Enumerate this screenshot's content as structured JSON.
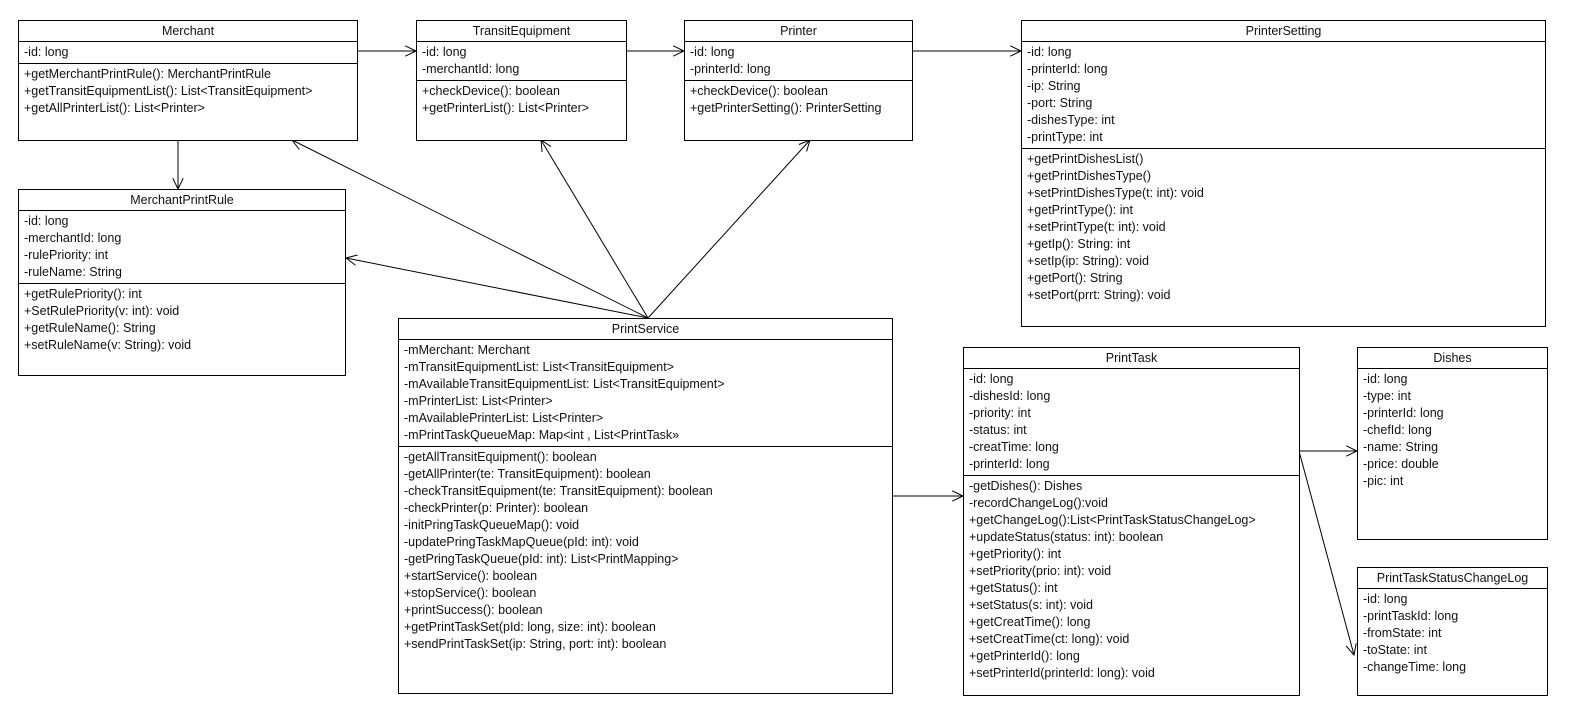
{
  "classes": [
    {
      "id": "merchant",
      "name": "Merchant",
      "attributes": [
        "-id: long"
      ],
      "methods": [
        "+getMerchantPrintRule(): MerchantPrintRule",
        "+getTransitEquipmentList(): List<TransitEquipment>",
        "+getAllPrinterList(): List<Printer>"
      ]
    },
    {
      "id": "transit-equipment",
      "name": "TransitEquipment",
      "attributes": [
        "-id: long",
        "-merchantId: long"
      ],
      "methods": [
        "+checkDevice(): boolean",
        "+getPrinterList(): List<Printer>"
      ]
    },
    {
      "id": "printer",
      "name": "Printer",
      "attributes": [
        "-id: long",
        "-printerId: long"
      ],
      "methods": [
        "+checkDevice(): boolean",
        "+getPrinterSetting(): PrinterSetting"
      ]
    },
    {
      "id": "printer-setting",
      "name": "PrinterSetting",
      "attributes": [
        "-id: long",
        "-printerId: long",
        "-ip: String",
        "-port: String",
        "-dishesType: int",
        "-printType: int"
      ],
      "methods": [
        "+getPrintDishesList()",
        "+getPrintDishesType()",
        "+setPrintDishesType(t: int): void",
        "+getPrintType(): int",
        "+setPrintType(t: int): void",
        "+getIp(): String: int",
        "+setIp(ip: String): void",
        "+getPort(): String",
        "+setPort(prrt: String): void"
      ]
    },
    {
      "id": "merchant-print-rule",
      "name": "MerchantPrintRule",
      "attributes": [
        "-id: long",
        "-merchantId: long",
        "-rulePriority: int",
        "-ruleName: String"
      ],
      "methods": [
        "+getRulePriority(): int",
        "+SetRulePriority(v: int): void",
        "+getRuleName(): String",
        "+setRuleName(v: String): void"
      ]
    },
    {
      "id": "print-service",
      "name": "PrintService",
      "attributes": [
        "-mMerchant: Merchant",
        "-mTransitEquipmentList: List<TransitEquipment>",
        "-mAvailableTransitEquipmentList: List<TransitEquipment>",
        "-mPrinterList: List<Printer>",
        "-mAvailablePrinterList: List<Printer>",
        "-mPrintTaskQueueMap: Map<int , List<PrintTask»"
      ],
      "methods": [
        "-getAllTransitEquipment(): boolean",
        "-getAllPrinter(te: TransitEquipment): boolean",
        "-checkTransitEquipment(te: TransitEquipment): boolean",
        "-checkPrinter(p: Printer): boolean",
        "-initPringTaskQueueMap(): void",
        "-updatePringTaskMapQueue(pId: int): void",
        "-getPringTaskQueue(pId: int): List<PrintMapping>",
        "+startService(): boolean",
        "+stopService(): boolean",
        "+printSuccess(): boolean",
        "+getPrintTaskSet(pId: long, size: int): boolean",
        "+sendPrintTaskSet(ip: String, port: int): boolean"
      ]
    },
    {
      "id": "print-task",
      "name": "PrintTask",
      "attributes": [
        "-id: long",
        "-dishesId: long",
        "-priority: int",
        "-status: int",
        "-creatTime: long",
        "-printerId: long"
      ],
      "methods": [
        "-getDishes(): Dishes",
        "-recordChangeLog():void",
        "+getChangeLog():List<PrintTaskStatusChangeLog>",
        "+updateStatus(status: int): boolean",
        "+getPriority(): int",
        "+setPriority(prio: int): void",
        "+getStatus(): int",
        "+setStatus(s: int): void",
        "+getCreatTime(): long",
        "+setCreatTime(ct: long): void",
        "+getPrinterId(): long",
        "+setPrinterId(printerId: long): void"
      ]
    },
    {
      "id": "dishes",
      "name": "Dishes",
      "attributes": [
        "-id: long",
        "-type: int",
        "-printerId: long",
        "-chefId: long",
        "-name: String",
        "-price: double",
        "-pic: int"
      ],
      "methods": []
    },
    {
      "id": "print-task-status-change-log",
      "name": "PrintTaskStatusChangeLog",
      "attributes": [
        "-id: long",
        "-printTaskId: long",
        "-fromState: int",
        "-toState: int",
        "-changeTime: long"
      ],
      "methods": []
    }
  ],
  "associations": [
    {
      "from": "merchant",
      "to": "transit-equipment"
    },
    {
      "from": "transit-equipment",
      "to": "printer"
    },
    {
      "from": "printer",
      "to": "printer-setting"
    },
    {
      "from": "merchant",
      "to": "merchant-print-rule"
    },
    {
      "from": "print-service",
      "to": "merchant"
    },
    {
      "from": "print-service",
      "to": "transit-equipment"
    },
    {
      "from": "print-service",
      "to": "printer"
    },
    {
      "from": "print-service",
      "to": "merchant-print-rule"
    },
    {
      "from": "print-service",
      "to": "print-task"
    },
    {
      "from": "print-task",
      "to": "dishes"
    },
    {
      "from": "print-task",
      "to": "print-task-status-change-log"
    }
  ]
}
